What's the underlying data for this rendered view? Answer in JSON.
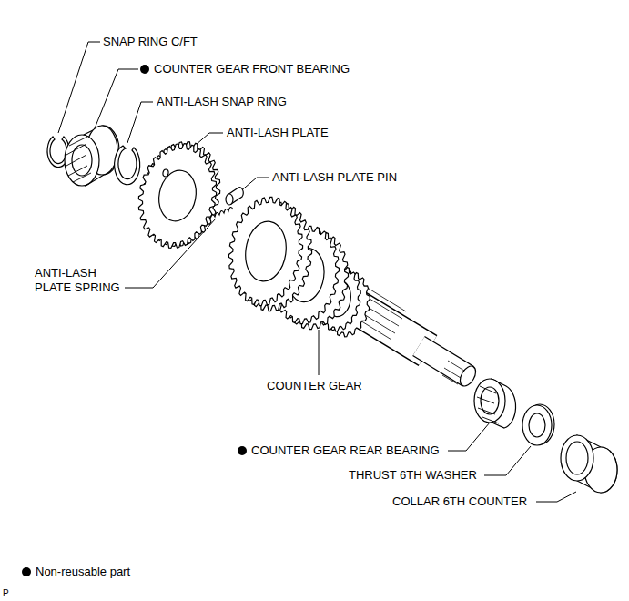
{
  "diagram": {
    "labels": [
      "SNAP RING C/FT",
      "COUNTER GEAR FRONT BEARING",
      "ANTI-LASH SNAP RING",
      "ANTI-LASH PLATE",
      "ANTI-LASH PLATE PIN",
      "ANTI-LASH PLATE SPRING",
      "COUNTER GEAR",
      "COUNTER GEAR REAR BEARING",
      "THRUST 6TH WASHER",
      "COLLAR 6TH COUNTER",
      "P"
    ],
    "legend": [
      {
        "text": "Non-reusable part"
      }
    ]
  }
}
